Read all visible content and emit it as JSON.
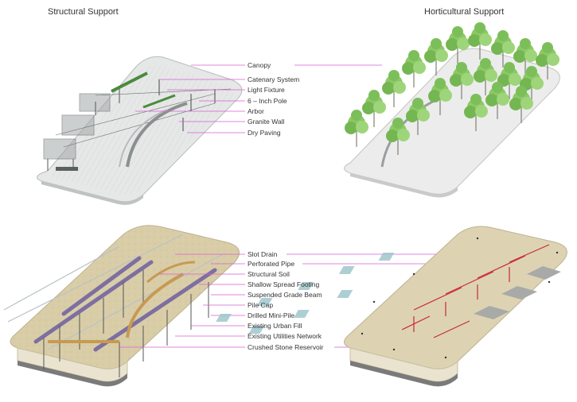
{
  "titles": {
    "structural": "Structural Support",
    "horticultural": "Horticultural Support"
  },
  "upper_labels": [
    "Canopy",
    "Catenary System",
    "Light Fixture",
    "6 – Inch Pole",
    "Arbor",
    "Granite Wall",
    "Dry Paving"
  ],
  "lower_labels": [
    "Slot Drain",
    "Perforated Pipe",
    "Structural Soil",
    "Shallow Spread Footing",
    "Suspended Grade Beam",
    "Pile Cap",
    "Drilled Mini-Pile",
    "Existing Urban Fill",
    "Existing Utilities Network",
    "Crushed Stone Reservoir"
  ],
  "colors": {
    "leader": "#d75fd0",
    "soil": "#d9cda8",
    "paving": "#e3e6e6",
    "tree": "#7cbf5a",
    "beam": "#7d6fa0",
    "arbor": "#c79a52",
    "drain": "#c8283c",
    "reservoir": "#6e6e6e"
  }
}
